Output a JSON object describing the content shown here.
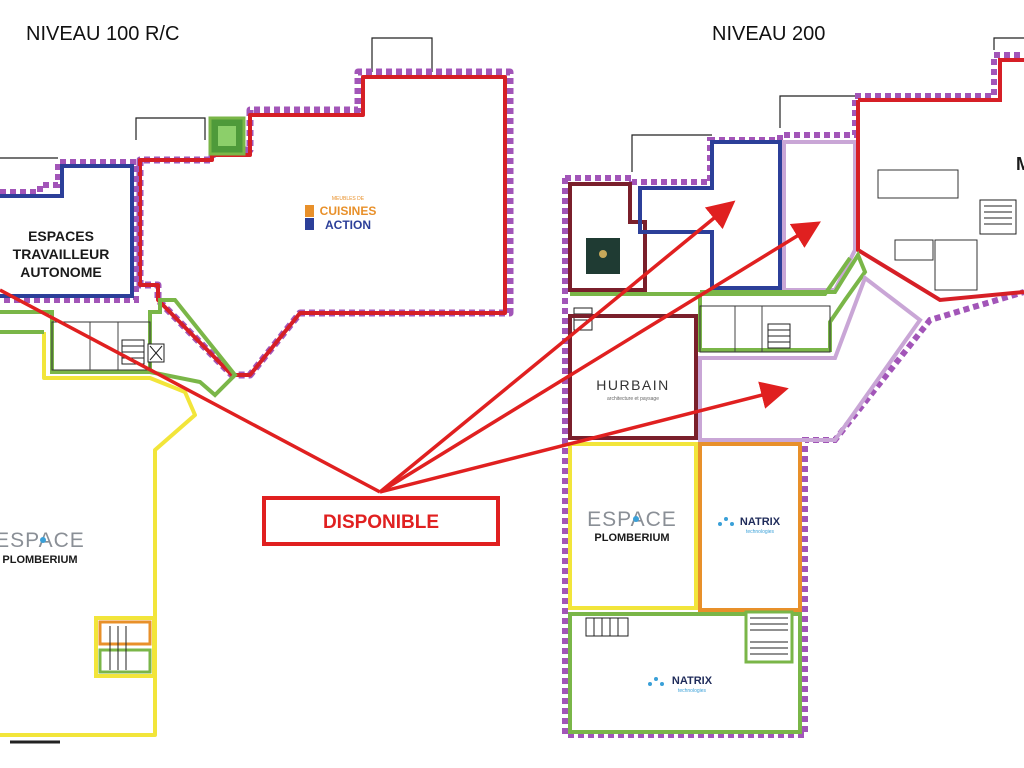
{
  "titles": {
    "level_100": "NIVEAU 100 R/C",
    "level_200": "NIVEAU 200"
  },
  "callout": {
    "label": "DISPONIBLE"
  },
  "tenants": {
    "espaces_travailleur": [
      "ESPACES",
      "TRAVAILLEUR",
      "AUTONOME"
    ],
    "cuisines_action": {
      "top": "MEUBLES DE",
      "line1": "CUISINES",
      "line2": "ACTION"
    },
    "espace_plomberium_100": {
      "line1": "ESPACE",
      "line2": "PLOMBERIUM"
    },
    "espace_plomberium_200": {
      "line1": "ESPACE",
      "line2": "PLOMBERIUM"
    },
    "hurbain": {
      "line1": "HURBAIN",
      "line2": "architecture et paysage"
    },
    "natrix_upper": {
      "name": "NATRIX",
      "sub": "technologies"
    },
    "natrix_lower": {
      "name": "NATRIX",
      "sub": "technologies"
    },
    "cut_label": "M"
  },
  "colors": {
    "red": "#d61f26",
    "purple_dash": "#a255b8",
    "blue": "#2c3f99",
    "green": "#7ab648",
    "yellow": "#f2e53a",
    "orange": "#e8902a",
    "maroon": "#7a1f2b",
    "lilac": "#c9a6d6",
    "arrow": "#e02020"
  }
}
